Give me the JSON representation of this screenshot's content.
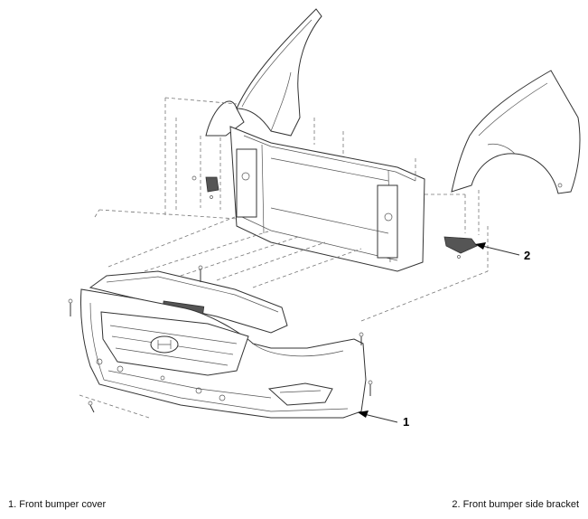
{
  "callouts": [
    {
      "number": "1",
      "label": "1. Front bumper cover"
    },
    {
      "number": "2",
      "label": "2. Front bumper side bracket"
    }
  ],
  "colors": {
    "line": "#333333",
    "background": "#ffffff"
  }
}
